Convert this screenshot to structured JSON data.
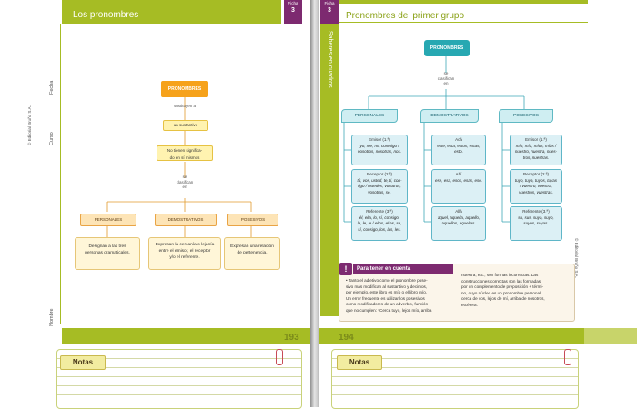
{
  "left": {
    "title": "Los pronombres",
    "ficha_label": "Ficha",
    "ficha_num": "3",
    "publisher_vertical": "© Editorial Bruño S.A.",
    "side_fields": [
      "Fecha",
      "Curso",
      "Nombre"
    ],
    "page_number": "193",
    "notes_label": "Notas",
    "diagram": {
      "root": "PRONOMBRES",
      "link1": "sustituyen a",
      "node2": "un sustantivo",
      "node3": "No tienen significa-\ndo en sí mismos",
      "link2": "se\nclasifican\nen",
      "categories": [
        "PERSONALES",
        "DEMOSTRATIVOS",
        "POSESIVOS"
      ],
      "descriptions": [
        "Designan a las tres\npersonas gramaticales.",
        "Expresan la cercanía o lejanía\nentre el emisor, el receptor\ny/o el referente.",
        "Expresan una relación\nde pertenencia."
      ]
    }
  },
  "right": {
    "title": "Pronombres del primer grupo",
    "ficha_label": "Ficha",
    "ficha_num": "3",
    "strip_text": "Saberes en cuadros",
    "publisher_vertical": "© Editorial Bruño S.A.",
    "page_number": "194",
    "notes_label": "Notas",
    "diagram": {
      "root": "PRONOMBRES",
      "link": "se\nclasifican\nen",
      "categories": [
        "PERSONALES",
        "DEMOSTRATIVOS",
        "POSESIVOS"
      ],
      "personales": [
        {
          "head": "Emisor (1.ª)",
          "text": "yo, me, mí, conmigo /\nnosotros, nosotras, nos."
        },
        {
          "head": "Receptor (2.ª)",
          "text": "tú, vos, usted, te, ti, con-\ntigo / ustedes, vosotros,\nvosotras, se."
        },
        {
          "head": "Referente (3.ª)",
          "text": "él, ella, lo, sí, consigo,\nla, le, le / ellos, ellas, se,\nsí, consigo, los, las, les."
        }
      ],
      "demostrativos": [
        {
          "head": "Acá",
          "text": "este, esta, estos, estas,\nesto."
        },
        {
          "head": "Ahí",
          "text": "ese, esa, esos, esas, eso."
        },
        {
          "head": "Allá",
          "text": "aquel, aquella, aquello,\naquellos, aquellas."
        }
      ],
      "posesivos": [
        {
          "head": "Emisor (1.ª)",
          "text": "mío, mía, míos, mías /\nnuestro, nuestra, nues-\ntros, nuestras."
        },
        {
          "head": "Receptor (2.ª)",
          "text": "tuyo, tuya, tuyos, tuyas\n/ vuestro, vuestra,\nvuestros, vuestras."
        },
        {
          "head": "Referente (3.ª)",
          "text": "su, sus, suya, suyo,\nsuyos, suyas."
        }
      ]
    },
    "tip": {
      "title": "Para tener en cuenta",
      "col1": "• Tanto el adjetivo como el pronombre pose-\nsivo más modifican al sustantivo y decimos,\npor ejemplo, este libro es mío o el libro mío.\nUn error frecuente es utilizar los posesivos\ncomo modificadores de un adverbio, función\nque no cumplen: *Cerca tuyo, lejos mío, arriba",
      "col2": "nuestra, etc., son formas incorrectas. Las\nconstrucciones correctas son las formadas\npor un complemento de preposición + térmi-\nno, cuyo núcleo es un pronombre personal:\ncerca de vos, lejos de mí, arriba de nosotros,\netcétera."
    }
  }
}
